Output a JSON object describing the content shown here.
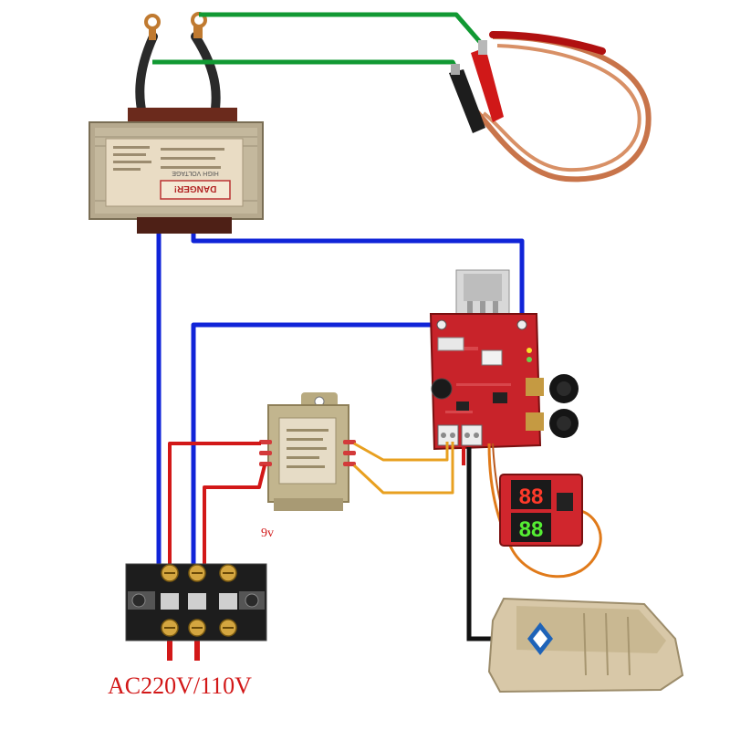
{
  "labels": {
    "power_input": "AC220V/110V",
    "small_transformer_voltage": "9v",
    "main_transformer_warning": "DANGER!",
    "main_transformer_high_voltage": "HIGH VOLTAGE",
    "display_top_value": "88",
    "display_bottom_value": "88"
  },
  "colors": {
    "wire_green": "#119933",
    "wire_blue": "#1024d8",
    "wire_red": "#d21818",
    "wire_orange": "#e8a020",
    "wire_black": "#111111",
    "copper_cable": "#c8744a",
    "pcb_red": "#c8232a",
    "display_digits": "#ff3a2a",
    "display_digits_green": "#55ee33",
    "pedal_body": "#d8c8a8",
    "pedal_logo": "#1e63b8"
  },
  "icons": {
    "pedal_logo": "pedal-logo-icon",
    "terminal_screw": "screw-icon"
  }
}
